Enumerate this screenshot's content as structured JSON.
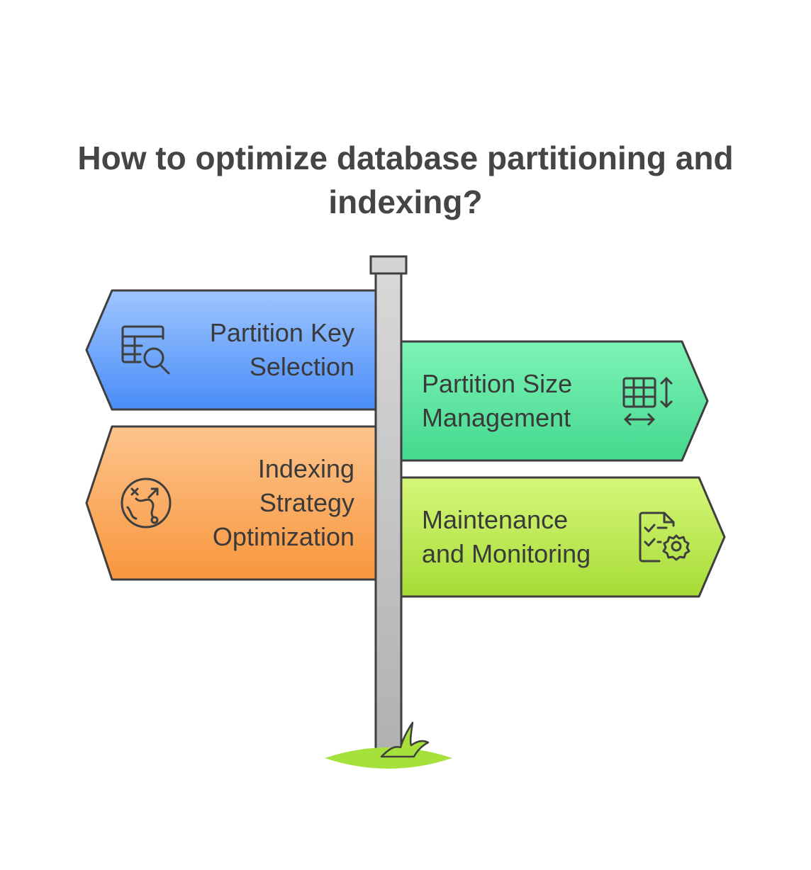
{
  "title": {
    "line1": "How to optimize database partitioning and",
    "line2": "indexing?"
  },
  "signs": [
    {
      "id": "partition-key-selection",
      "direction": "left",
      "lines": [
        "Partition Key",
        "Selection"
      ],
      "icon": "table-search-icon",
      "color_top": "#9EC5FE",
      "color_bottom": "#4A8DF8"
    },
    {
      "id": "partition-size-management",
      "direction": "right",
      "lines": [
        "Partition Size",
        "Management"
      ],
      "icon": "table-resize-icon",
      "color_top": "#7DF3B7",
      "color_bottom": "#44D88E"
    },
    {
      "id": "indexing-strategy-optimization",
      "direction": "left",
      "lines": [
        "Indexing",
        "Strategy",
        "Optimization"
      ],
      "icon": "strategy-path-icon",
      "color_top": "#FDC48C",
      "color_bottom": "#F8963D"
    },
    {
      "id": "maintenance-and-monitoring",
      "direction": "right",
      "lines": [
        "Maintenance",
        "and Monitoring"
      ],
      "icon": "checklist-gear-icon",
      "color_top": "#D6F77A",
      "color_bottom": "#A6DC36"
    }
  ],
  "colors": {
    "outline": "#3f3f3f",
    "text": "#3a3a3a",
    "title": "#454545",
    "pole_light": "#d4d4d4",
    "pole_dark": "#b4b4b4",
    "grass": "#a6e03a"
  }
}
